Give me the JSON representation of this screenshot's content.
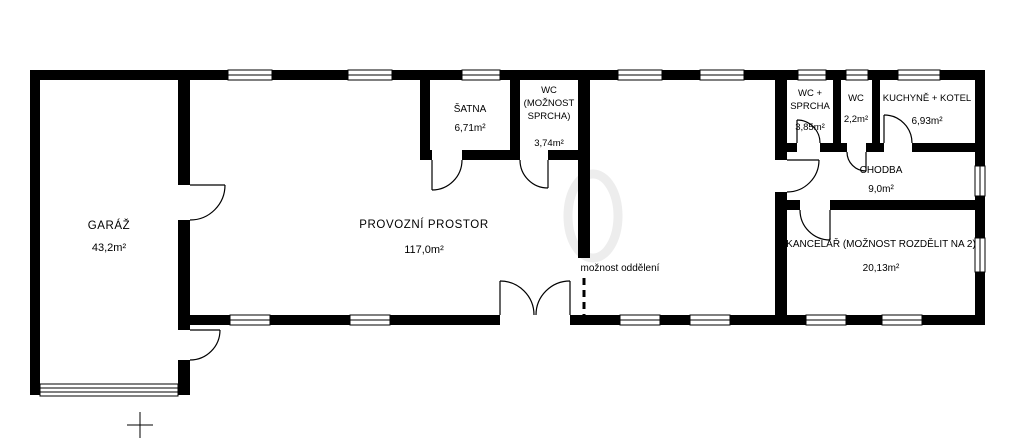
{
  "document": {
    "type": "floor-plan"
  },
  "rooms": {
    "garaz": {
      "name": "GARÁŽ",
      "area": "43,2m²"
    },
    "provozni_prostor": {
      "name": "PROVOZNÍ PROSTOR",
      "area": "117,0m²"
    },
    "satna": {
      "name": "ŠATNA",
      "area": "6,71m²"
    },
    "wc_moznost_sprcha": {
      "name_lines": [
        "WC",
        "(MOŽNOST",
        "SPRCHA)"
      ],
      "area": "3,74m²"
    },
    "wc_sprcha": {
      "name_lines": [
        "WC +",
        "SPRCHA"
      ],
      "area": "3,85m²"
    },
    "wc": {
      "name": "WC",
      "area": "2,2m²"
    },
    "kuchyne_kotel": {
      "name": "KUCHYNĚ + KOTEL",
      "area": "6,93m²"
    },
    "chodba": {
      "name": "CHODBA",
      "area": "9,0m²"
    },
    "kancelar": {
      "name": "KANCELÁŘ (MOŽNOST ROZDĚLIT NA 2)",
      "area": "20,13m²"
    }
  },
  "annotations": {
    "moznost_oddeleni": "možnost oddělení"
  },
  "colors": {
    "walls": "#000000",
    "background": "#ffffff",
    "watermark": "#ededed"
  }
}
